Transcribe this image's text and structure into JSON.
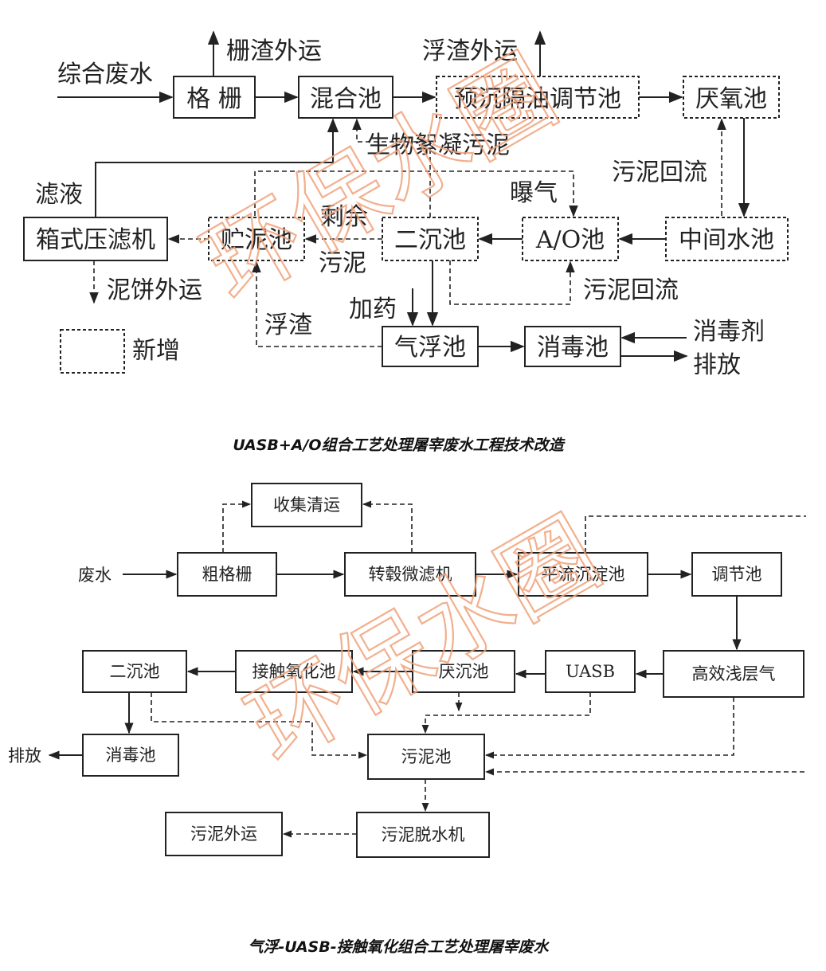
{
  "diagram1": {
    "nodes": {
      "grille": "格 栅",
      "mix": "混合池",
      "presettle": "预沉隔油调节池",
      "anaerobic": "厌氧池",
      "filterpress": "箱式压滤机",
      "sludgestore": "贮泥池",
      "secondary": "二沉池",
      "ao": "A/O池",
      "middle": "中间水池",
      "flotation": "气浮池",
      "disinfect": "消毒池"
    },
    "labels": {
      "inflow": "综合废水",
      "screenings": "栅渣外运",
      "scum_out": "浮渣外运",
      "bio_sludge": "生物絮凝污泥",
      "aeration": "曝气",
      "return1": "污泥回流",
      "filtrate": "滤液",
      "excess1": "剩余",
      "excess2": "污泥",
      "cake": "泥饼外运",
      "return2": "污泥回流",
      "dosing": "加药",
      "scum": "浮渣",
      "disinfectant": "消毒剂",
      "discharge": "排放",
      "legend": "新增"
    },
    "caption": "UASB+A/O组合工艺处理屠宰废水工程技术改造"
  },
  "diagram2": {
    "nodes": {
      "collect": "收集清运",
      "coarse": "粗格栅",
      "rotary": "转毂微滤机",
      "advection": "平流沉淀池",
      "adjust": "调节池",
      "secondary": "二沉池",
      "contact": "接触氧化池",
      "anoxic": "厌沉池",
      "uasb": "UASB",
      "hefloat": "高效浅层气",
      "disinfect": "消毒池",
      "sludge": "污泥池",
      "dewater": "污泥脱水机",
      "sludgeout": "污泥外运"
    },
    "labels": {
      "inflow": "废水",
      "discharge": "排放"
    },
    "caption": "气浮-UASB-接触氧化组合工艺处理屠宰废水"
  },
  "watermark": "环保水圈"
}
